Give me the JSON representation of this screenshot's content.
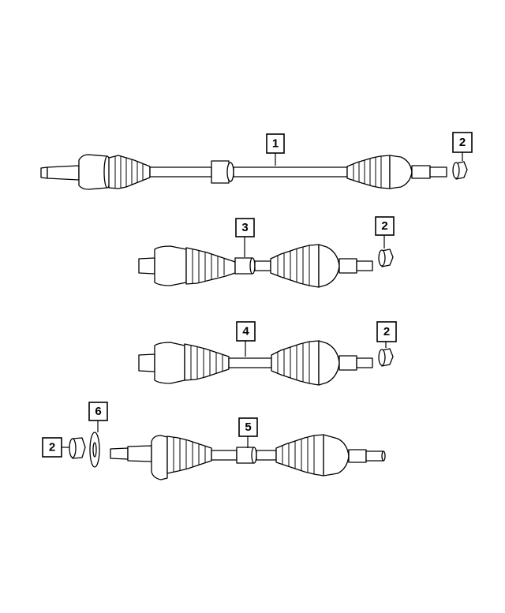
{
  "diagram": {
    "callouts": [
      {
        "id": "c1",
        "label": "1"
      },
      {
        "id": "c2a",
        "label": "2"
      },
      {
        "id": "c3",
        "label": "3"
      },
      {
        "id": "c2b",
        "label": "2"
      },
      {
        "id": "c4",
        "label": "4"
      },
      {
        "id": "c2c",
        "label": "2"
      },
      {
        "id": "c6",
        "label": "6"
      },
      {
        "id": "c2d",
        "label": "2"
      },
      {
        "id": "c5",
        "label": "5"
      }
    ]
  }
}
